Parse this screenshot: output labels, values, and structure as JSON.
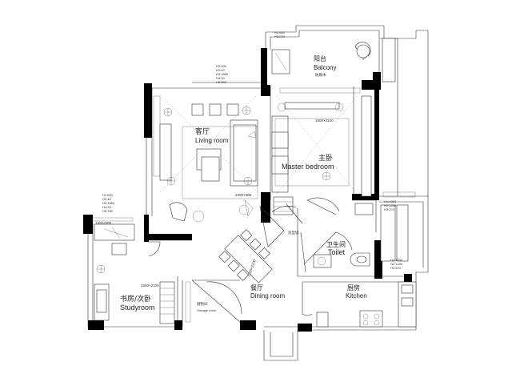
{
  "rooms": {
    "balcony": {
      "zh": "阳台",
      "en": "Balcony"
    },
    "living_room": {
      "zh": "客厅",
      "en": "Living room"
    },
    "master_bedroom": {
      "zh": "主卧",
      "en": "Master bedroom"
    },
    "toilet": {
      "zh": "卫生间",
      "en": "Toilet"
    },
    "kitchen": {
      "zh": "厨房",
      "en": "Kitchen"
    },
    "dining_room": {
      "zh": "餐厅",
      "en": "Dining room"
    },
    "studyroom": {
      "zh": "书房/次卧",
      "en": "Studyroom"
    },
    "storage_room": {
      "zh": "储物间",
      "en": "Storage room"
    }
  },
  "notes": {
    "balcony_fitting": "防腐木",
    "feature_wall": "造型墙"
  },
  "height_tags": {
    "balcony": [
      "H1:660",
      "H3:230"
    ],
    "living_top": [
      "H1:500",
      "H2:40",
      "H3:1860",
      "H4:30",
      "H5:390"
    ],
    "living_left": [
      "H1:500",
      "H2:40",
      "H3:1860",
      "H4:30",
      "H5:390"
    ],
    "bath_upper": [
      "H1:1060",
      "H2:1430",
      "H3:370"
    ],
    "bath_lower": [
      "H1:1000",
      "H2:1430",
      "H3:420"
    ]
  },
  "dimensions": {
    "bedroom_window": "1800×2100",
    "living_window": "2300×900",
    "study_window": "1400×500",
    "study_door": "1350×2100",
    "dining_table": "1200×2100"
  }
}
